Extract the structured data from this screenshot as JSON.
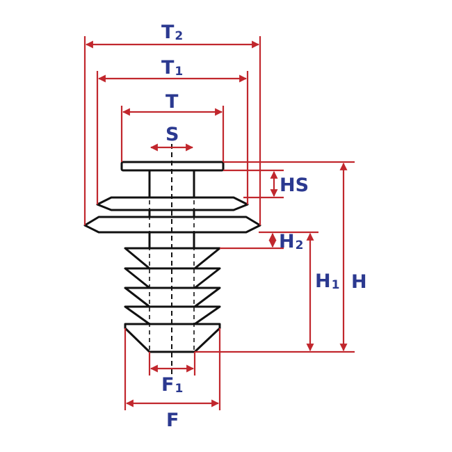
{
  "labels": {
    "t2": {
      "main": "T",
      "sub": "2"
    },
    "t1": {
      "main": "T",
      "sub": "1"
    },
    "t": {
      "main": "T",
      "sub": ""
    },
    "s": {
      "main": "S",
      "sub": ""
    },
    "hs": {
      "main": "HS",
      "sub": ""
    },
    "h2": {
      "main": "H",
      "sub": "2"
    },
    "h1": {
      "main": "H",
      "sub": "1"
    },
    "h": {
      "main": "H",
      "sub": ""
    },
    "f1": {
      "main": "F",
      "sub": "1"
    },
    "f": {
      "main": "F",
      "sub": ""
    }
  },
  "colors": {
    "dimension": "#c1272d",
    "label": "#2b3990",
    "outline": "#111111"
  }
}
